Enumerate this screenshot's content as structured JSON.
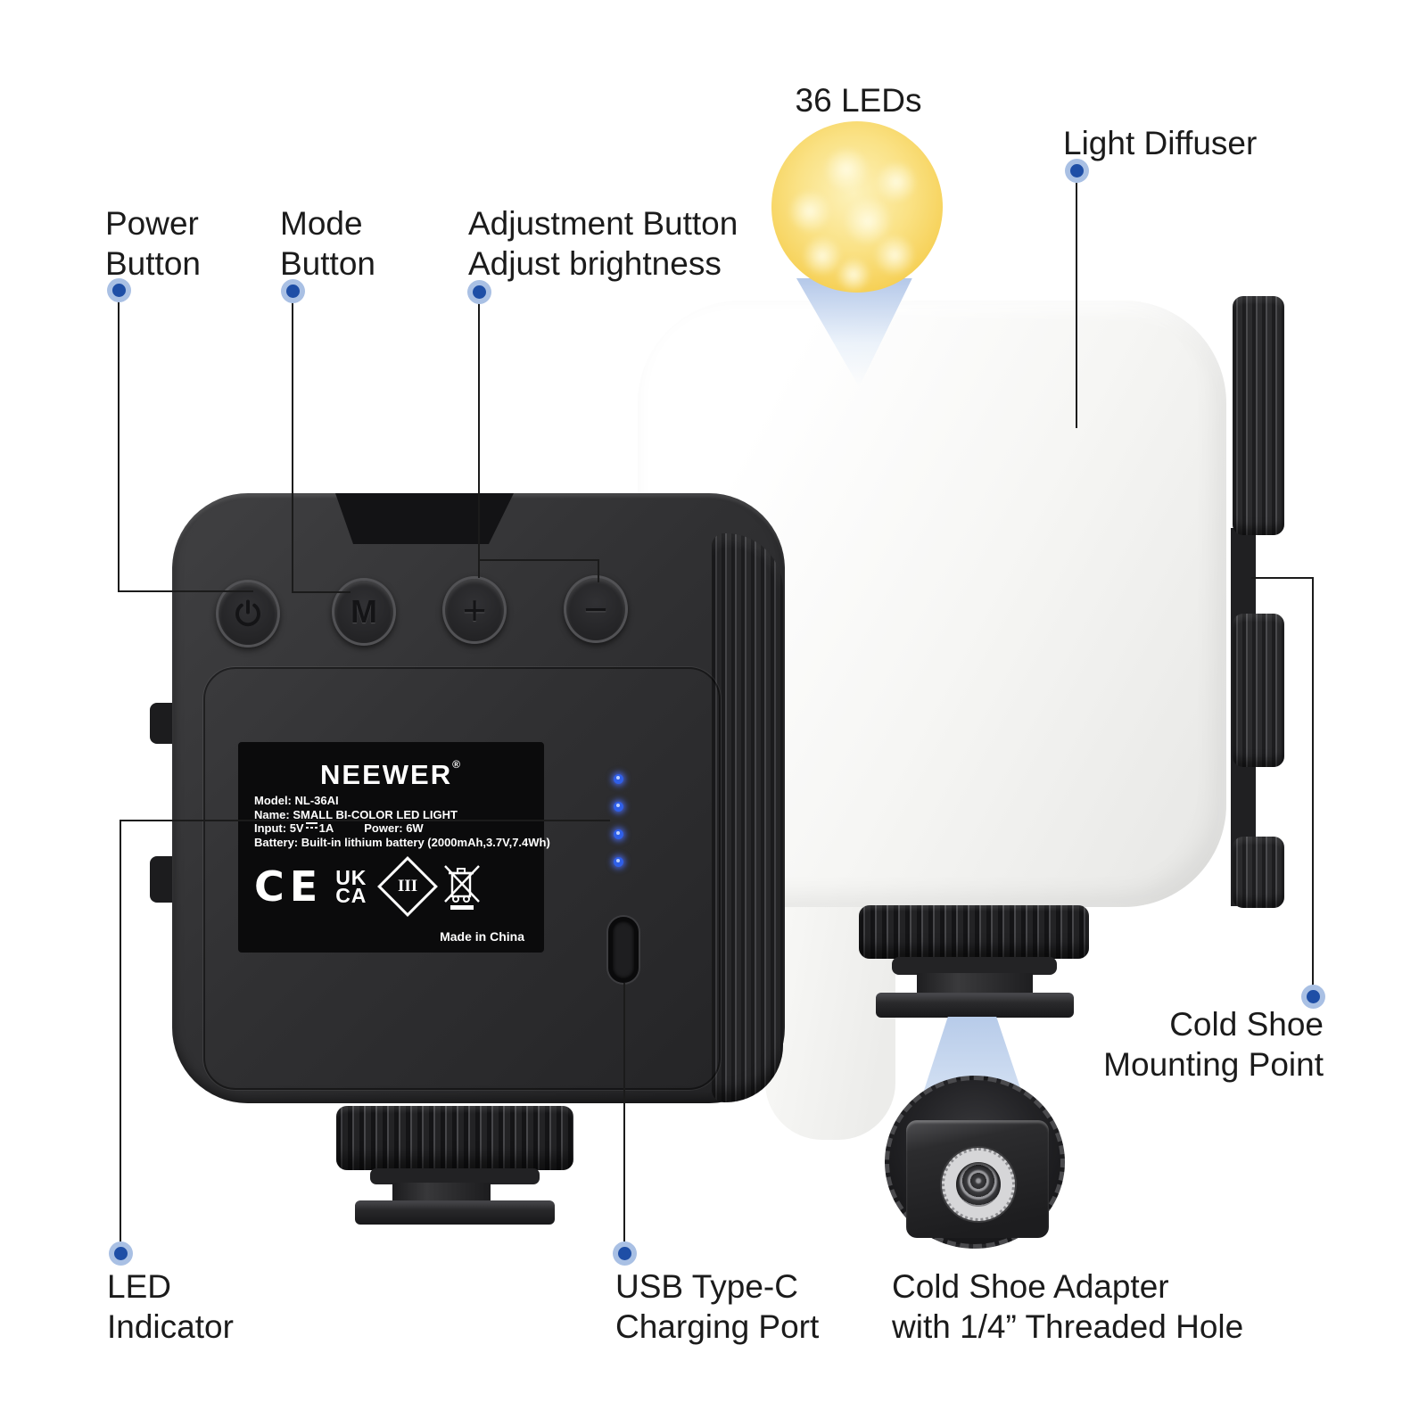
{
  "product": "NEEWER NL-36AI bi-color LED video light, annotated feature diagram",
  "annotations": {
    "leds": "36 LEDs",
    "diffuser": "Light Diffuser",
    "power": {
      "l1": "Power",
      "l2": "Button"
    },
    "mode": {
      "l1": "Mode",
      "l2": "Button"
    },
    "adjust": {
      "l1": "Adjustment Button",
      "l2": "Adjust brightness"
    },
    "led_indicator": {
      "l1": "LED",
      "l2": "Indicator"
    },
    "usb": {
      "l1": "USB Type-C",
      "l2": "Charging Port"
    },
    "cold_shoe_adapter": {
      "l1": "Cold Shoe Adapter",
      "l2": "with 1/4” Threaded Hole"
    },
    "cold_shoe_mount": {
      "l1": "Cold Shoe",
      "l2": "Mounting Point"
    }
  },
  "device_label": {
    "brand": "NEEWER",
    "reg": "®",
    "model": "Model: NL-36AI",
    "name": "Name: SMALL BI-COLOR LED LIGHT",
    "input_prefix": "Input: 5V",
    "input_suffix": "1A",
    "power": "Power: 6W",
    "battery": "Battery: Built-in lithium battery (2000mAh,3.7V,7.4Wh)",
    "made_in": "Made in China",
    "marks": {
      "ce": "CE",
      "uk": "UK",
      "ca": "CA",
      "class": "III"
    }
  },
  "device_buttons": {
    "mode": "M",
    "plus": "+",
    "minus": "−"
  },
  "battery_leds": {
    "count": 4,
    "color": "#2f5fe8"
  },
  "colors": {
    "callout_line": "#1b1b1b",
    "callout_dot": "#1e4ea6",
    "callout_halo": "#a9c0e4",
    "ball_yellow": "#f6d055",
    "beam_blue": "#b7cbe9",
    "body_black": "#2f2f31",
    "diffuser_white": "#f6f6f4"
  }
}
